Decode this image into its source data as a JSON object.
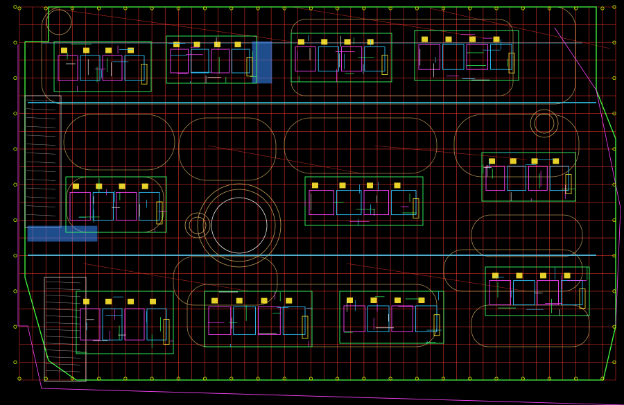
{
  "drawing": {
    "caption": "",
    "colors": {
      "background": "#000000",
      "grid": "#ff3b30",
      "site_boundary": "#44ff44",
      "road_outline": "#c8a15a",
      "services_cyan": "#33d6ff",
      "building_green": "#33ff66",
      "building_cyan": "#2ec4ff",
      "building_magenta": "#ff44ff",
      "building_yellow": "#ffe830",
      "column_marker": "#c8ff00",
      "hatch_blue": "#3a8cff",
      "label_white": "#e8e8e8"
    },
    "layers": [
      "site-boundary",
      "structural-grid",
      "road-outlines",
      "service-lines",
      "building-blocks",
      "parking-strips",
      "circular-plaza",
      "column-markers"
    ],
    "grid_vertical_lines": 46,
    "grid_horizontal_lines": 22,
    "building_count": 11,
    "west_parking_modules": 2
  }
}
